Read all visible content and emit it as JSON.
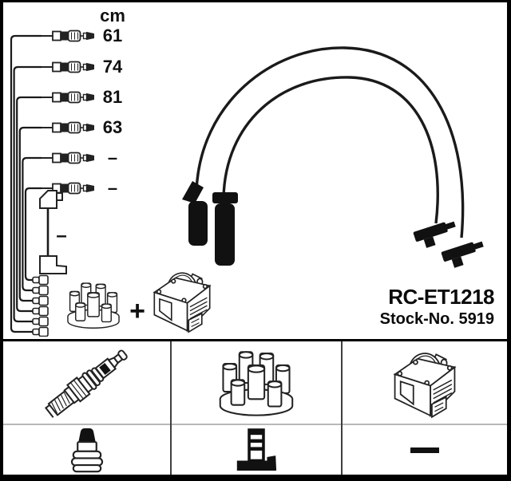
{
  "product": {
    "part_number": "RC-ET1218",
    "stock_number": "Stock-No. 5919"
  },
  "length_table": {
    "unit_header": "cm",
    "rows": [
      {
        "length": "61"
      },
      {
        "length": "74"
      },
      {
        "length": "81"
      },
      {
        "length": "63"
      },
      {
        "length": "–"
      },
      {
        "length": "–"
      }
    ],
    "coil_wire_length": "–"
  },
  "diagram": {
    "plus_sign": "+",
    "parts": [
      "ignition-lead-set",
      "coil-wire",
      "distributor-cap",
      "ignition-coil",
      "ignition-cables"
    ]
  },
  "bottom_table": {
    "row1": [
      {
        "icon": "spark-plug"
      },
      {
        "icon": "distributor-cap"
      },
      {
        "icon": "ignition-coil"
      }
    ],
    "row2": [
      {
        "icon": "spark-plug-cover"
      },
      {
        "icon": "distributor"
      },
      {
        "icon": "dash",
        "label": "–"
      }
    ]
  },
  "colors": {
    "background": "#ffffff",
    "frame": "#000000",
    "line": "#222222",
    "grid_divider": "#3f3f3f",
    "row_divider": "#b8b8b8"
  }
}
